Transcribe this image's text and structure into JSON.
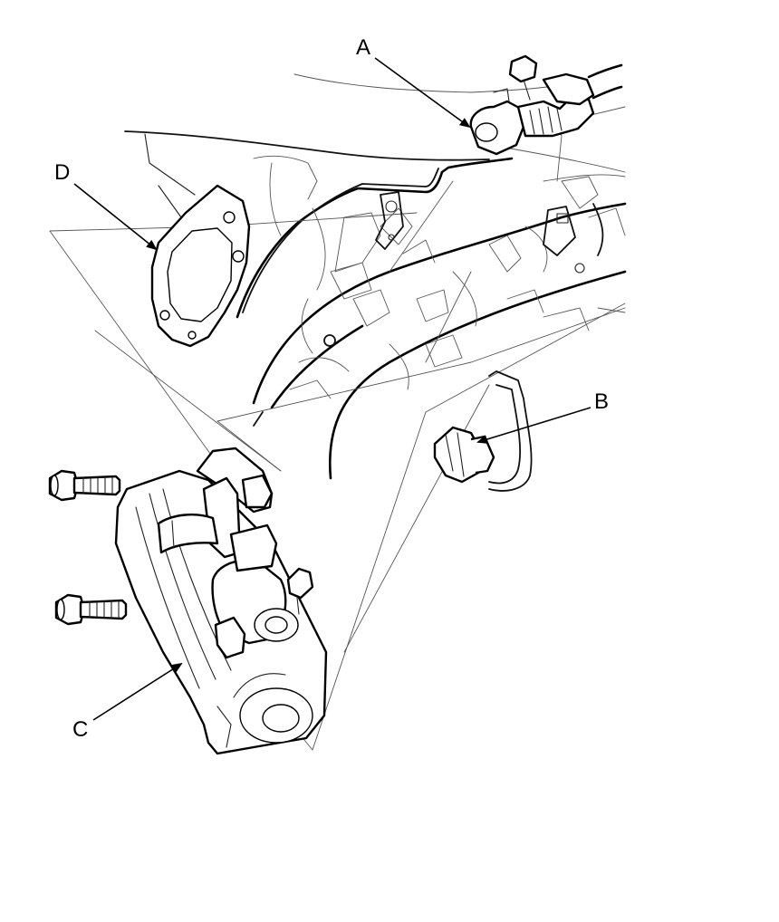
{
  "callouts": {
    "a": "A",
    "b": "B",
    "c": "C",
    "d": "D"
  },
  "parts": {
    "a": "connector-a",
    "b": "connector-b",
    "c": "starter-motor",
    "d": "gasket"
  },
  "colors": {
    "line": "#000000",
    "background": "#ffffff"
  }
}
